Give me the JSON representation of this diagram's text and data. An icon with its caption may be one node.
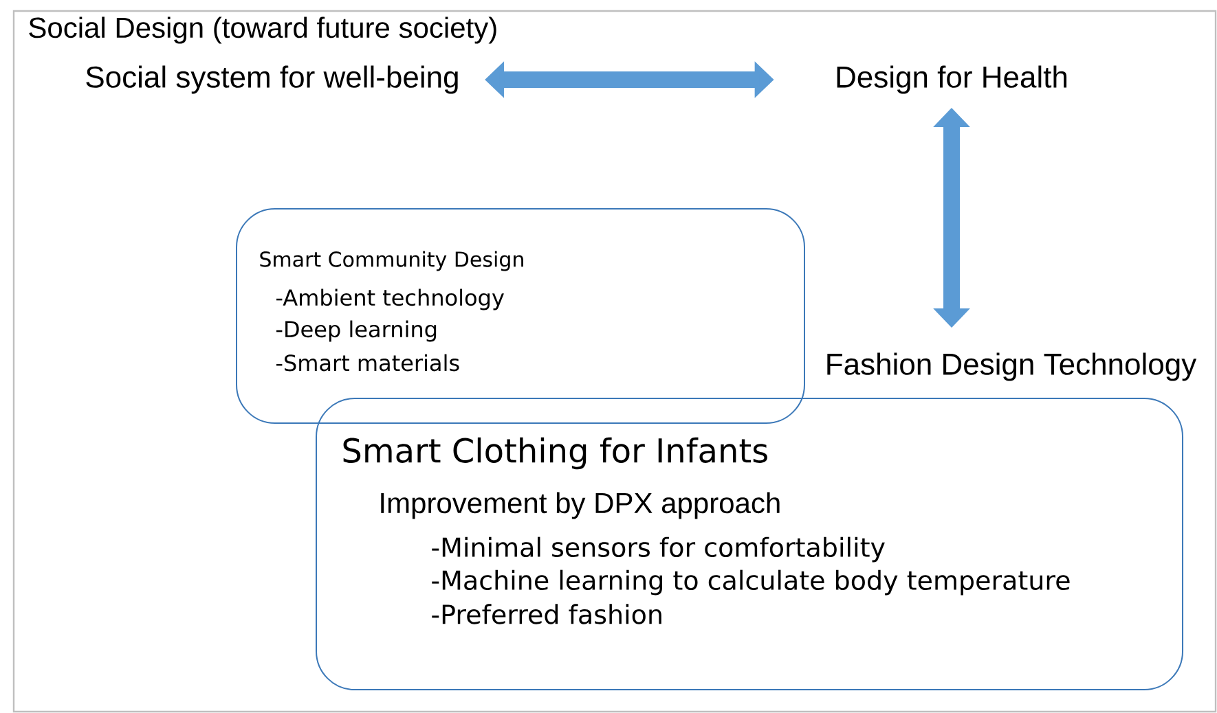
{
  "diagram": {
    "title": "Social Design (toward future society)",
    "nodes": [
      {
        "text": [
          "Social system for well-being"
        ]
      },
      {
        "text": [
          "Design for Health"
        ]
      },
      {
        "text": [
          "Fashion Design Technology"
        ]
      },
      {
        "text": [
          "Smart Community Design",
          "-Ambient technology",
          "-Deep learning",
          "-Smart materials"
        ]
      },
      {
        "text": [
          "Smart Clothing for Infants",
          "Improvement by DPX approach",
          "-Minimal sensors for comfortability",
          "-Machine learning to calculate body temperature",
          "-Preferred fashion"
        ]
      }
    ],
    "edges": [
      {
        "from": 0,
        "to": 1,
        "arrow": "both"
      },
      {
        "from": 1,
        "to": 2,
        "arrow": "both"
      }
    ]
  }
}
